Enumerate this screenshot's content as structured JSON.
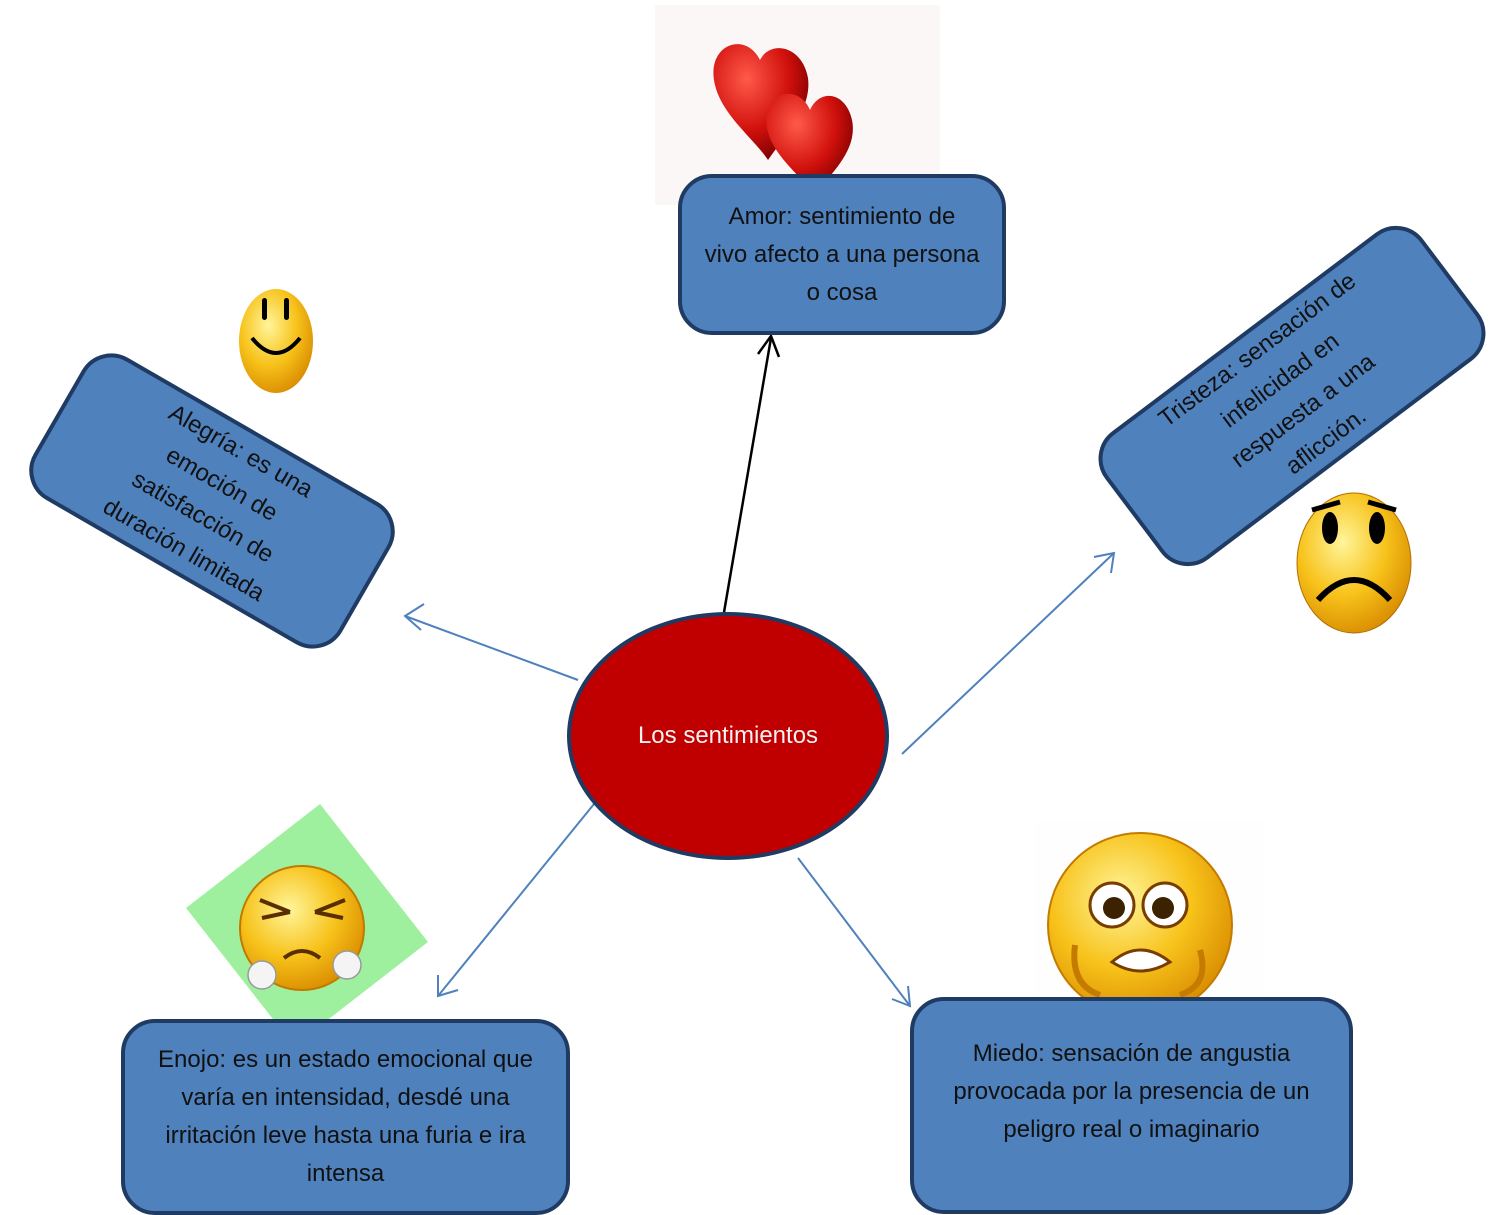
{
  "center": {
    "label": "Los sentimientos",
    "color": "#c00000"
  },
  "nodes": {
    "amor": {
      "text": "Amor: sentimiento de vivo afecto a una persona o cosa"
    },
    "alegria": {
      "text": "Alegría: es una emoción de satisfacción de duración limitada"
    },
    "tristeza": {
      "text": "Tristeza: sensación de infelicidad en respuesta a una aflicción."
    },
    "enojo": {
      "text": "Enojo: es un estado emocional que varía en intensidad, desdé una irritación leve hasta una furia e ira intensa"
    },
    "miedo": {
      "text": "Miedo: sensación de angustia provocada por la presencia de un peligro real o imaginario"
    }
  },
  "colors": {
    "box_fill": "#4f81bd",
    "box_border": "#1f3b63",
    "arrow": "#4f81bd",
    "arrow_top": "#000000"
  },
  "images": [
    "hearts-image",
    "smiley-happy-icon",
    "sad-face-icon",
    "angry-face-icon",
    "scared-face-icon"
  ]
}
